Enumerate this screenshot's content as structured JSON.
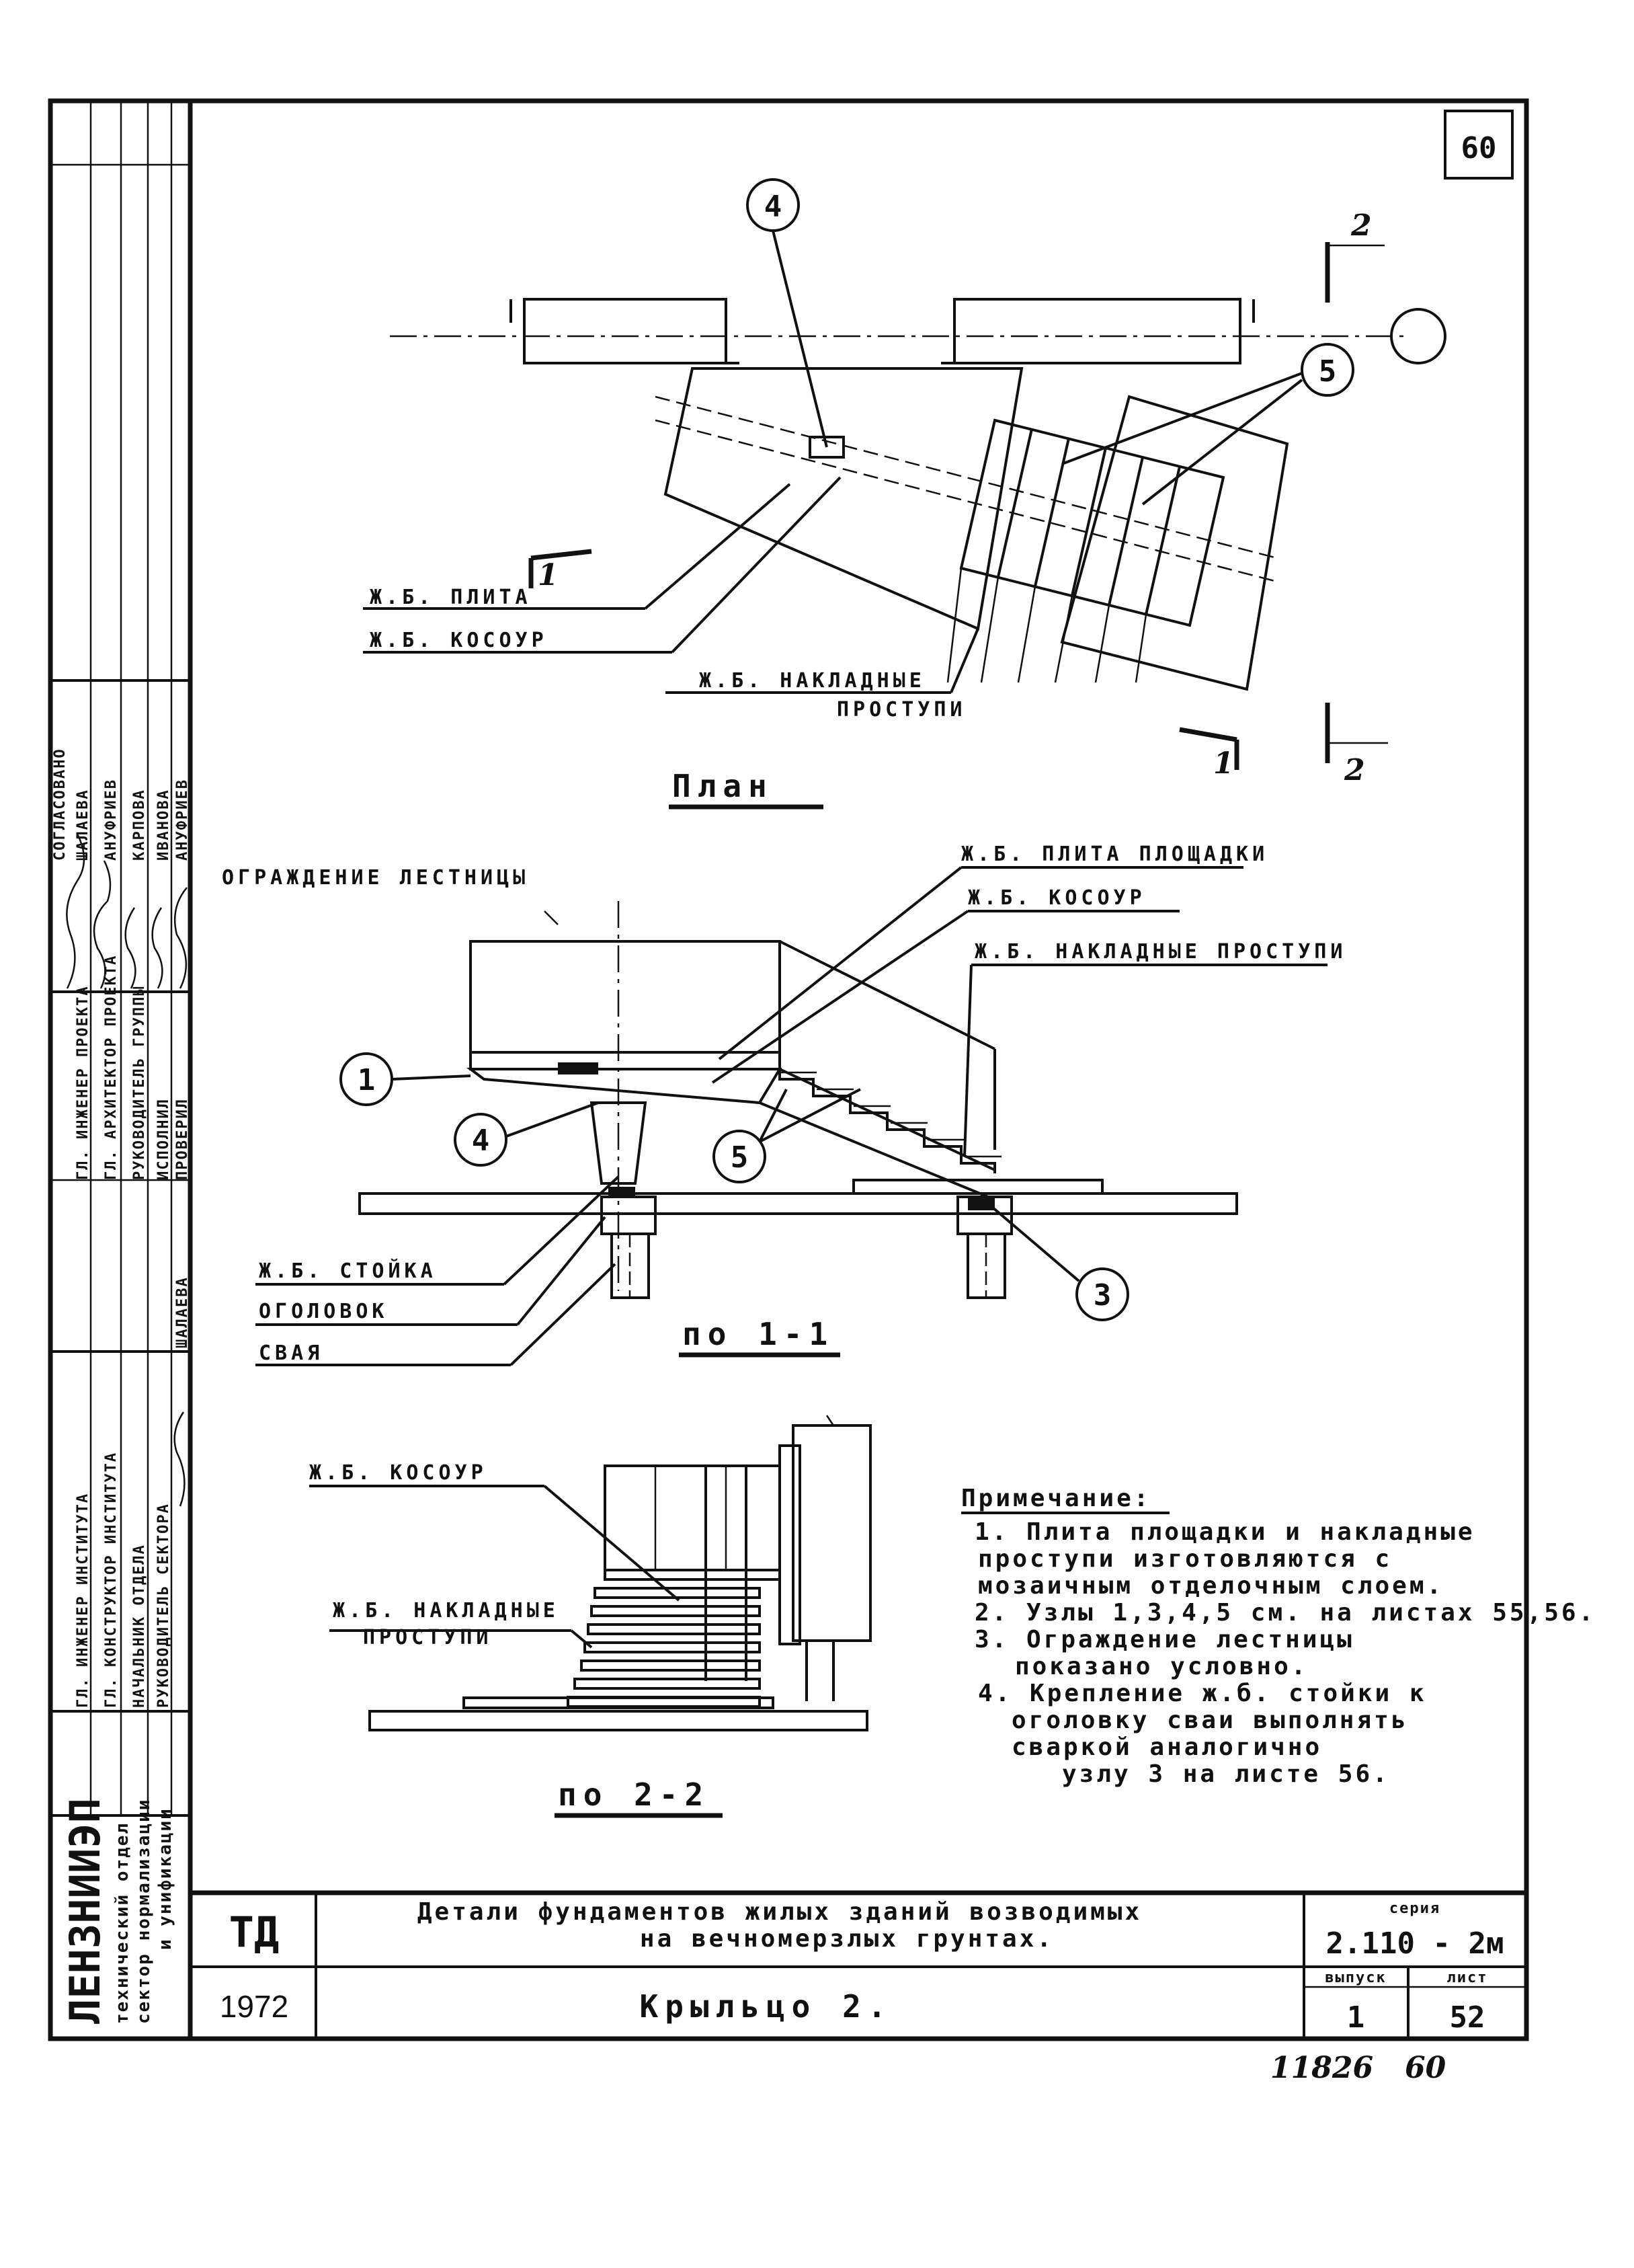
{
  "sheet": {
    "corner_number": "60",
    "bottom_note_left": "11826",
    "bottom_note_right": "60"
  },
  "plan": {
    "title": "План",
    "section_mark_1_top": "1",
    "section_mark_1_bottom": "1",
    "section_mark_2_top": "2",
    "section_mark_2_bottom": "2",
    "callout_4": "4",
    "callout_5": "5",
    "label_plita": "Ж.Б. ПЛИТА",
    "label_kosour": "Ж.Б. КОСОУР",
    "label_nakladnye_1": "Ж.Б. НАКЛАДНЫЕ",
    "label_nakladnye_2": "ПРОСТУПИ"
  },
  "section_1": {
    "title": "по 1-1",
    "label_ograzhdenie": "ОГРАЖДЕНИЕ ЛЕСТНИЦЫ",
    "label_plita_ploshchadki": "Ж.Б. ПЛИТА ПЛОЩАДКИ",
    "label_kosour": "Ж.Б. КОСОУР",
    "label_nakladnye": "Ж.Б. НАКЛАДНЫЕ ПРОСТУПИ",
    "label_stoyka": "Ж.Б. СТОЙКА",
    "label_ogolovok": "ОГОЛОВОК",
    "label_svaya": "СВАЯ",
    "callout_1": "1",
    "callout_4": "4",
    "callout_5": "5",
    "callout_3": "3"
  },
  "section_2": {
    "title": "по 2-2",
    "label_kosour": "Ж.Б. КОСОУР",
    "label_nakladnye_1": "Ж.Б. НАКЛАДНЫЕ",
    "label_nakladnye_2": "ПРОСТУПИ"
  },
  "notes": {
    "heading": "Примечание:",
    "lines": [
      "1. Плита площадки и накладные",
      "проступи изготовляются с",
      "мозаичным отделочным слоем.",
      "2. Узлы 1,3,4,5 см. на листах 55,56.",
      "3. Ограждение лестницы",
      "показано условно.",
      "4. Крепление ж.б. стойки к",
      "оголовку сваи выполнять",
      "сваркой аналогично",
      "узлу 3 на листе 56."
    ]
  },
  "title_block": {
    "td": "ТД",
    "year": "1972",
    "title_line_1": "Детали фундаментов жилых зданий возводимых",
    "title_line_2": "на вечномерзлых грунтах.",
    "subtitle": "Крыльцо 2.",
    "seria_label": "серия",
    "seria_value": "2.110 - 2м",
    "vypusk_label": "выпуск",
    "vypusk_value": "1",
    "list_label": "лист",
    "list_value": "52"
  },
  "side_stamp": {
    "org": "ЛЕНЗНИИЭП",
    "dept_1": "технический отдел",
    "dept_2": "сектор нормализации",
    "dept_3": "и унификации",
    "roles": [
      "ГЛ. ИНЖЕНЕР ИНСТИТУТА",
      "ГЛ. КОНСТРУКТОР ИНСТИТУТА",
      "НАЧАЛЬНИК ОТДЕЛА",
      "РУКОВОДИТЕЛЬ СЕКТОРА",
      "ГЛ. ИНЖЕНЕР ПРОЕКТА",
      "ГЛ. АРХИТЕКТОР ПРОЕКТА",
      "РУКОВОДИТЕЛЬ ГРУППЫ",
      "ИСПОЛНИЛ",
      "ПРОВЕРИЛ"
    ],
    "names": [
      "ШАЛАЕВА",
      "ШАЛАЕВА",
      "АНУФРИЕВ",
      "КАРПОВА",
      "ИВАНОВА",
      "АНУФРИЕВ"
    ],
    "agreed": "СОГЛАСОВАНО"
  }
}
